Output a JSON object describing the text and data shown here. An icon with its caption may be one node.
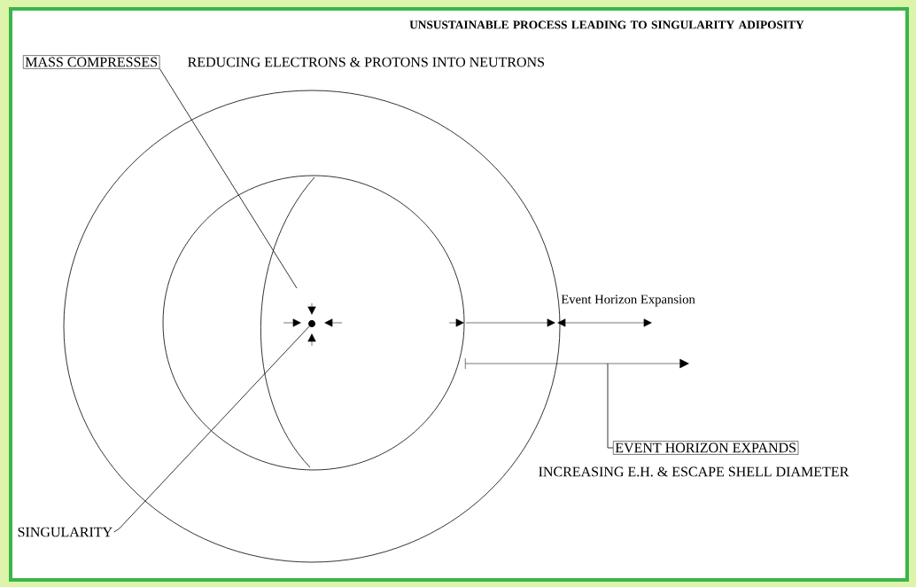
{
  "diagram": {
    "title": "UNSUSTAINABLE PROCESS LEADING TO SINGULARITY ADIPOSITY",
    "nodes": [
      {
        "text": [
          "MASS COMPRESSES"
        ],
        "beside": [
          "REDUCING ELECTRONS & PROTONS INTO NEUTRONS"
        ]
      },
      {
        "text": [],
        "shape": "circle"
      },
      {
        "text": [
          "SINGULARITY"
        ]
      },
      {
        "text": [
          "EVENT HORIZON EXPANDS"
        ],
        "beside": [
          "INCREASING E.H. & ESCAPE SHELL DIAMETER"
        ]
      }
    ],
    "edges": [
      {
        "from": 0,
        "to": null,
        "arrow": "none"
      },
      {
        "from": 2,
        "to": 1,
        "arrow": "none"
      },
      {
        "from": 3,
        "to": null,
        "arrow": "none"
      }
    ],
    "labels": [
      "Event Horizon Expansion"
    ]
  }
}
